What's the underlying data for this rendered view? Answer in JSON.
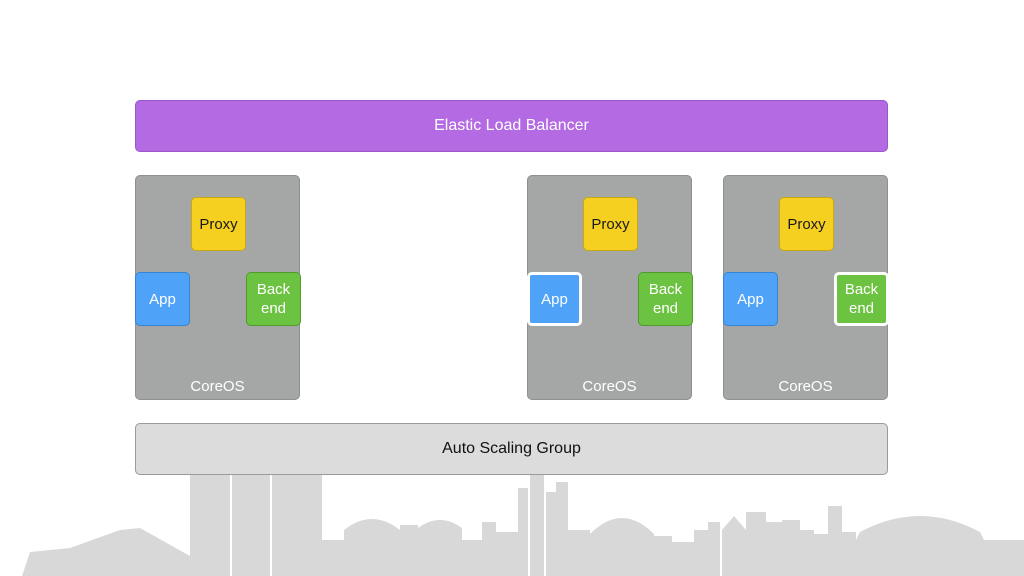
{
  "diagram": {
    "load_balancer": {
      "label": "Elastic Load Balancer",
      "color": "#b36ae2"
    },
    "scaling_group": {
      "label": "Auto Scaling Group"
    },
    "nodes": [
      {
        "label": "CoreOS",
        "proxy": "Proxy",
        "app": "App",
        "backend": "Back end",
        "highlight": "none"
      },
      {
        "label": "CoreOS",
        "proxy": "Proxy",
        "app": "App",
        "backend": "Back end",
        "highlight": "app"
      },
      {
        "label": "CoreOS",
        "proxy": "Proxy",
        "app": "App",
        "backend": "Back end",
        "highlight": "backend"
      }
    ],
    "colors": {
      "proxy": "#f5d020",
      "app": "#4ea2f7",
      "backend": "#6cc241",
      "node": "#a5a7a7",
      "skyline": "#d8d8d8"
    }
  }
}
